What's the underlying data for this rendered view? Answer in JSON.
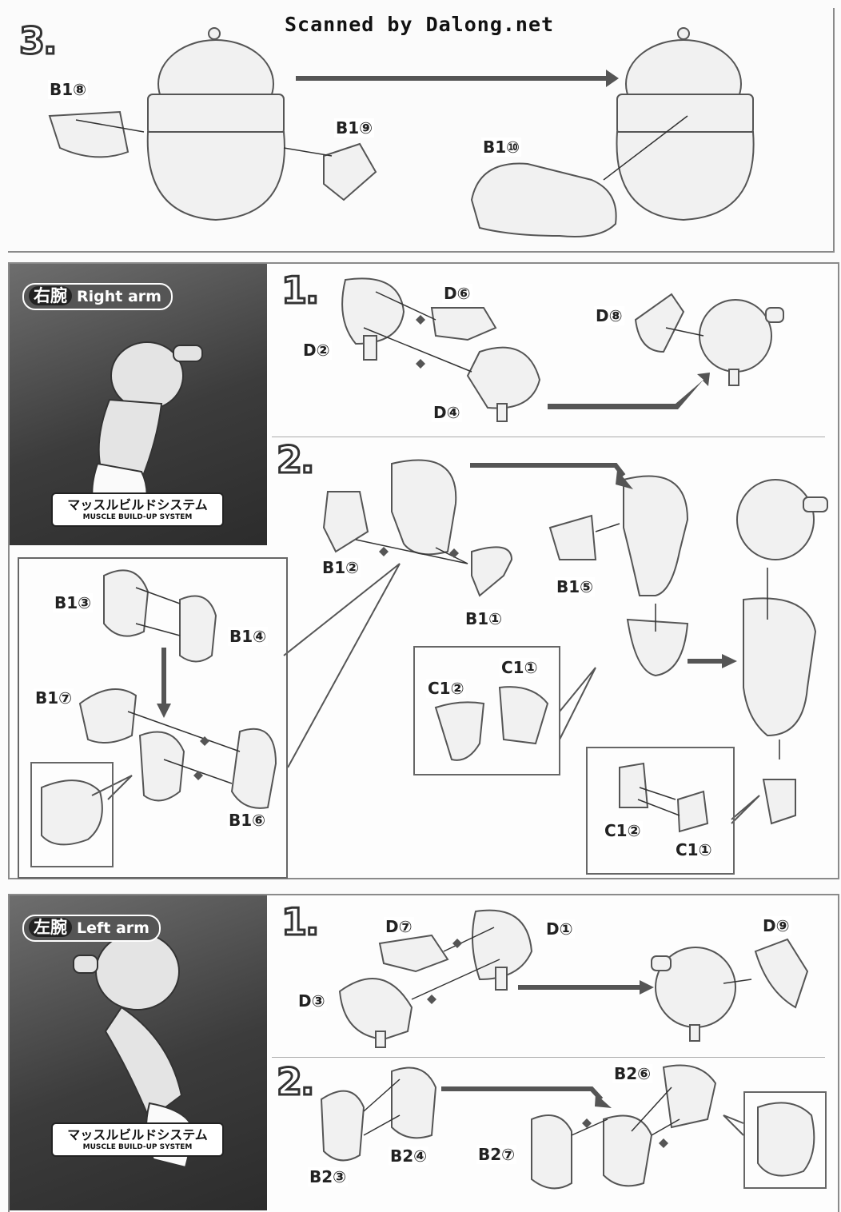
{
  "header": {
    "credit": "Scanned by Dalong.net"
  },
  "section_top": {
    "step": "3.",
    "labels": {
      "b18": "B1⑧",
      "b19": "B1⑨",
      "b110": "B1⑩"
    }
  },
  "section_right_arm": {
    "tag_kanji": "右腕",
    "tag_english": "Right arm",
    "logo_jp": "マッスルビルドシステム",
    "logo_en": "MUSCLE BUILD-UP SYSTEM",
    "step1": "1.",
    "step2": "2.",
    "labels": {
      "d6": "D⑥",
      "d2": "D②",
      "d4": "D④",
      "d8": "D⑧",
      "b12": "B1②",
      "b11": "B1①",
      "b15": "B1⑤",
      "b13": "B1③",
      "b14": "B1④",
      "b17": "B1⑦",
      "b16": "B1⑥",
      "c11a": "C1①",
      "c12a": "C1②",
      "c12b": "C1②",
      "c11b": "C1①"
    }
  },
  "section_left_arm": {
    "tag_kanji": "左腕",
    "tag_english": "Left arm",
    "logo_jp": "マッスルビルドシステム",
    "logo_en": "MUSCLE BUILD-UP SYSTEM",
    "step1": "1.",
    "step2": "2.",
    "labels": {
      "d7": "D⑦",
      "d1": "D①",
      "d9": "D⑨",
      "d3": "D③",
      "b26": "B2⑥",
      "b24": "B2④",
      "b27": "B2⑦",
      "b23": "B2③"
    }
  }
}
